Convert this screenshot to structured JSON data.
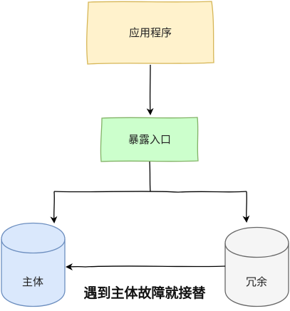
{
  "nodes": {
    "app": {
      "label": "应用程序",
      "fill": "#fff2cc",
      "stroke": "#d6b656"
    },
    "gateway": {
      "label": "暴露入口",
      "fill": "#ccffcc",
      "stroke": "#82b366"
    },
    "primary": {
      "label": "主体",
      "fill": "#dae8fc",
      "stroke": "#6c8ebf"
    },
    "replica": {
      "label": "冗余",
      "fill": "#f5f5f5",
      "stroke": "#666666"
    }
  },
  "edges": {
    "failover": {
      "label": "遇到主体故障就接替"
    }
  },
  "colors": {
    "edge": "#000000"
  }
}
